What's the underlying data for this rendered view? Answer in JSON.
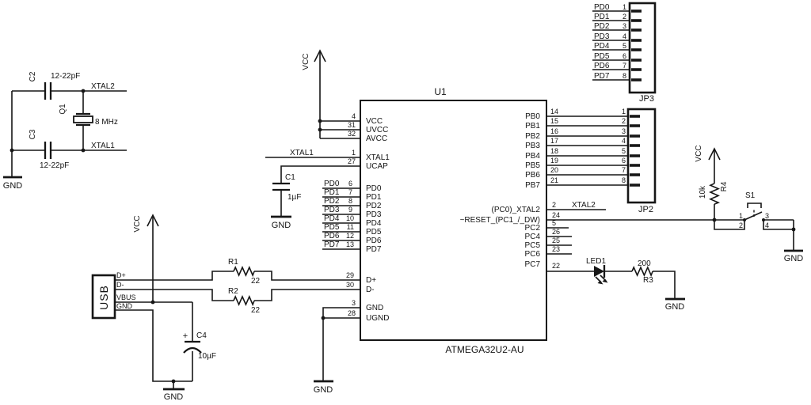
{
  "nets": {
    "vcc": "VCC",
    "gnd": "GND",
    "xtal1": "XTAL1",
    "xtal2": "XTAL2"
  },
  "u1": {
    "ref": "U1",
    "part": "ATMEGA32U2-AU",
    "left_pins": [
      {
        "num": "4",
        "name": "VCC"
      },
      {
        "num": "31",
        "name": "UVCC"
      },
      {
        "num": "32",
        "name": "AVCC"
      },
      {
        "num": "1",
        "name": "XTAL1"
      },
      {
        "num": "27",
        "name": "UCAP"
      },
      {
        "num": "6",
        "name": "PD0"
      },
      {
        "num": "7",
        "name": "PD1"
      },
      {
        "num": "8",
        "name": "PD2"
      },
      {
        "num": "9",
        "name": "PD3"
      },
      {
        "num": "10",
        "name": "PD4"
      },
      {
        "num": "11",
        "name": "PD5"
      },
      {
        "num": "12",
        "name": "PD6"
      },
      {
        "num": "13",
        "name": "PD7"
      },
      {
        "num": "29",
        "name": "D+"
      },
      {
        "num": "30",
        "name": "D-"
      },
      {
        "num": "3",
        "name": "GND"
      },
      {
        "num": "28",
        "name": "UGND"
      }
    ],
    "right_pins": [
      {
        "num": "14",
        "name": "PB0",
        "conn": "1"
      },
      {
        "num": "15",
        "name": "PB1",
        "conn": "2"
      },
      {
        "num": "16",
        "name": "PB2",
        "conn": "3"
      },
      {
        "num": "17",
        "name": "PB3",
        "conn": "4"
      },
      {
        "num": "18",
        "name": "PB4",
        "conn": "5"
      },
      {
        "num": "19",
        "name": "PB5",
        "conn": "6"
      },
      {
        "num": "20",
        "name": "PB6",
        "conn": "7"
      },
      {
        "num": "21",
        "name": "PB7",
        "conn": "8"
      },
      {
        "num": "2",
        "name": "(PC0)_XTAL2"
      },
      {
        "num": "24",
        "name": "~RESET_(PC1_/_DW)"
      },
      {
        "num": "5",
        "name": "PC2"
      },
      {
        "num": "26",
        "name": "PC4"
      },
      {
        "num": "25",
        "name": "PC5"
      },
      {
        "num": "23",
        "name": "PC6"
      },
      {
        "num": "22",
        "name": "PC7"
      }
    ]
  },
  "crystal": {
    "c2_ref": "C2",
    "c2_value": "12-22pF",
    "c3_ref": "C3",
    "c3_value": "12-22pF",
    "q1_ref": "Q1",
    "q1_value": "8 MHz"
  },
  "c1": {
    "ref": "C1",
    "value": "1µF"
  },
  "c4": {
    "ref": "C4",
    "value": "10µF",
    "plus": "+"
  },
  "r1": {
    "ref": "R1",
    "value": "22"
  },
  "r2": {
    "ref": "R2",
    "value": "22"
  },
  "r3": {
    "ref": "R3",
    "value": "200"
  },
  "r4": {
    "ref": "R4",
    "value": "10k"
  },
  "led": {
    "ref": "LED1"
  },
  "s1": {
    "ref": "S1",
    "p1": "1",
    "p2": "2",
    "p3": "3",
    "p4": "4"
  },
  "usb": {
    "label": "USB",
    "pin_dp": "D+",
    "pin_dm": "D-",
    "pin_vbus": "VBUS",
    "pin_gnd": "GND"
  },
  "jp3": {
    "ref": "JP3",
    "rows": [
      {
        "net": "PD0",
        "pin": "1"
      },
      {
        "net": "PD1",
        "pin": "2"
      },
      {
        "net": "PD2",
        "pin": "3"
      },
      {
        "net": "PD3",
        "pin": "4"
      },
      {
        "net": "PD4",
        "pin": "5"
      },
      {
        "net": "PD5",
        "pin": "6"
      },
      {
        "net": "PD6",
        "pin": "7"
      },
      {
        "net": "PD7",
        "pin": "8"
      }
    ]
  },
  "jp2": {
    "ref": "JP2"
  }
}
